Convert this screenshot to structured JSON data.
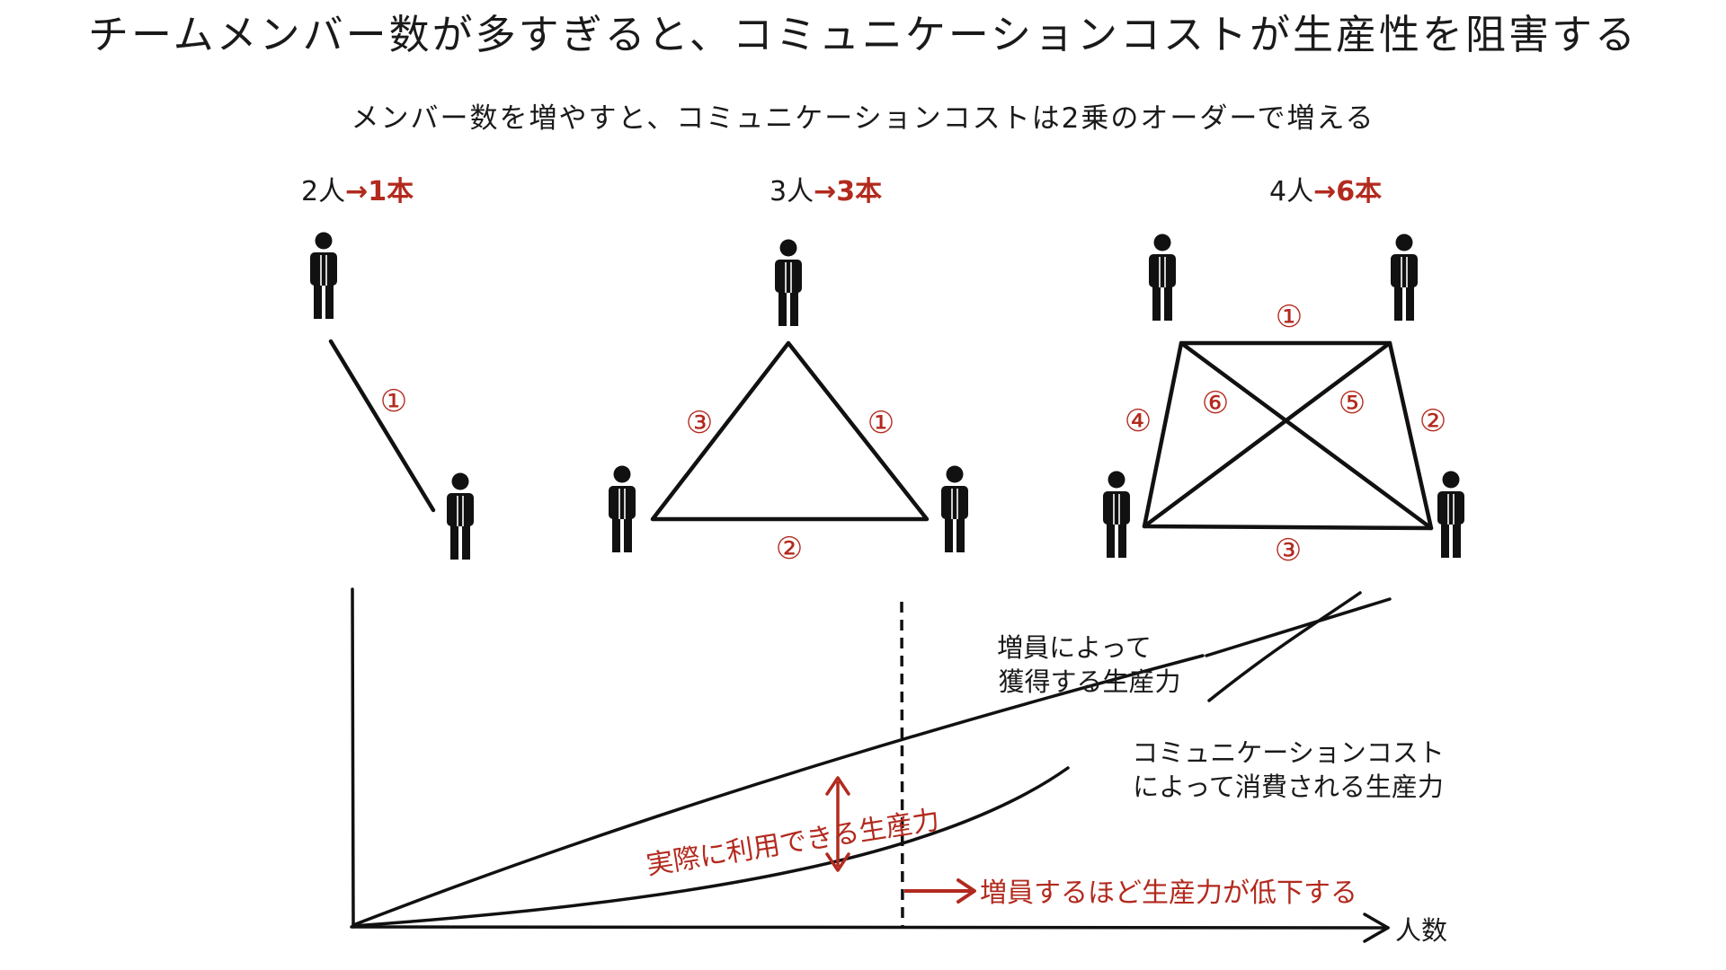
{
  "title": "チームメンバー数が多すぎると、コミュニケーションコストが生産性を阻害する",
  "subtitle": "メンバー数を増やすと、コミュニケーションコストは2乗のオーダーで増える",
  "colors": {
    "ink": "#1a1a1a",
    "accent": "#b22a1e"
  },
  "examples": [
    {
      "people_label": "2人",
      "arrow": "→",
      "lines_label": "1本",
      "edge_labels": [
        "①"
      ]
    },
    {
      "people_label": "3人",
      "arrow": "→",
      "lines_label": "3本",
      "edge_labels": [
        "①",
        "②",
        "③"
      ]
    },
    {
      "people_label": "4人",
      "arrow": "→",
      "lines_label": "6本",
      "edge_labels": [
        "①",
        "②",
        "③",
        "④",
        "⑤",
        "⑥"
      ]
    }
  ],
  "graph": {
    "x_axis_label": "人数",
    "productivity_gain_label": [
      "増員によって",
      "獲得する生産力"
    ],
    "communication_cost_label": [
      "コミュニケーションコスト",
      "によって消費される生産力"
    ],
    "available_label": "実際に利用できる生産力",
    "decline_label": "増員するほど生産力が低下する"
  }
}
